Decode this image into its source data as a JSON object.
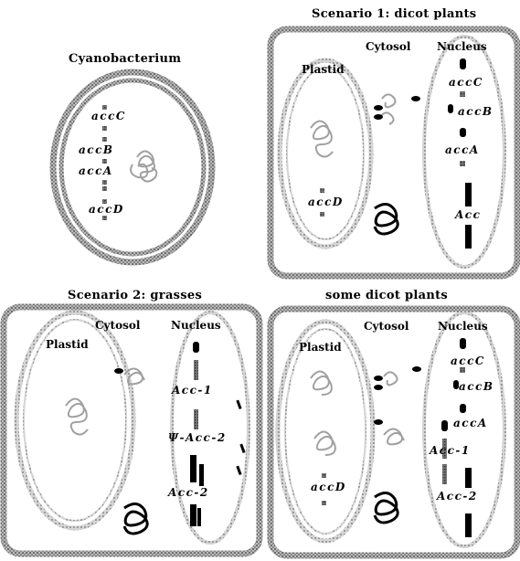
{
  "cyano": {
    "title": "Cyanobacterium",
    "genes": [
      "accC",
      "accB",
      "accA",
      "accD"
    ]
  },
  "scenario1": {
    "title": "Scenario 1: dicot plants",
    "plastid": "Plastid",
    "cytosol": "Cytosol",
    "nucleus": "Nucleus",
    "genes": [
      "accC",
      "accB",
      "accA",
      "Acc"
    ],
    "plastid_gene": "accD"
  },
  "scenario2": {
    "title": "Scenario 2: grasses",
    "plastid": "Plastid",
    "cytosol": "Cytosol",
    "nucleus": "Nucleus",
    "genes": [
      "Acc-1",
      "Ψ-Acc-2",
      "Acc-2"
    ]
  },
  "scenario3": {
    "title": "some dicot plants",
    "plastid": "Plastid",
    "cytosol": "Cytosol",
    "nucleus": "Nucleus",
    "genes": [
      "accC",
      "accB",
      "accA",
      "Acc-1",
      "Acc-2"
    ],
    "plastid_gene": "accD"
  },
  "colors": {
    "frame": "#555555",
    "membrane": "#9a9a9a",
    "ink": "#000000"
  }
}
